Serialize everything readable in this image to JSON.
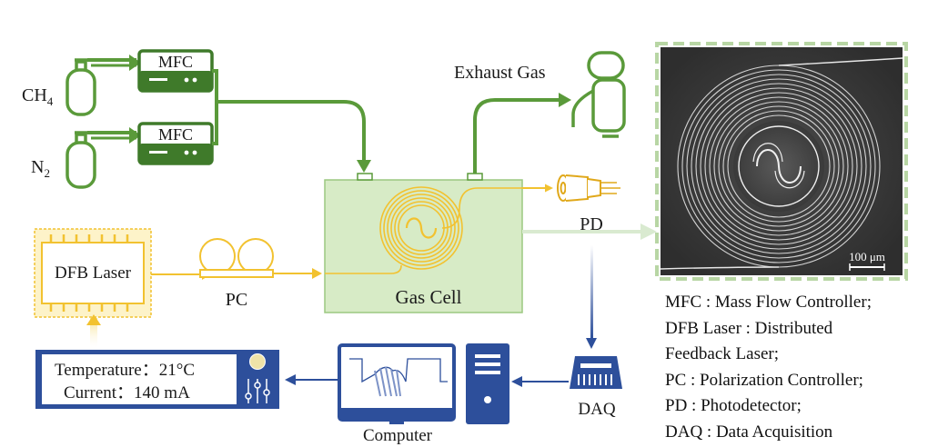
{
  "labels": {
    "ch4_main": "CH",
    "ch4_sub": "4",
    "n2_main": "N",
    "n2_sub": "2",
    "mfc_top": "MFC",
    "mfc_bottom": "MFC",
    "exhaust": "Exhaust Gas",
    "gas_cell": "Gas Cell",
    "pd": "PD",
    "pc": "PC",
    "dfb_laser": "DFB Laser",
    "daq": "DAQ",
    "computer": "Computer",
    "scale_bar": "100 μm"
  },
  "controller": {
    "temperature": "Temperature：21°C",
    "current": "Current：140 mA"
  },
  "legend": [
    "MFC : Mass Flow Controller;",
    "DFB Laser : Distributed",
    "Feedback Laser;",
    "PC : Polarization Controller;",
    "PD : Photodetector;",
    "DAQ : Data Acquisition"
  ],
  "colors": {
    "gas_green": "#5a9a3a",
    "dark_green": "#3f7a2a",
    "cell_fill": "#d7ebc6",
    "laser_yellow": "#f2c230",
    "blue": "#2d4f9b",
    "sem_dash": "#b8d6a4"
  }
}
